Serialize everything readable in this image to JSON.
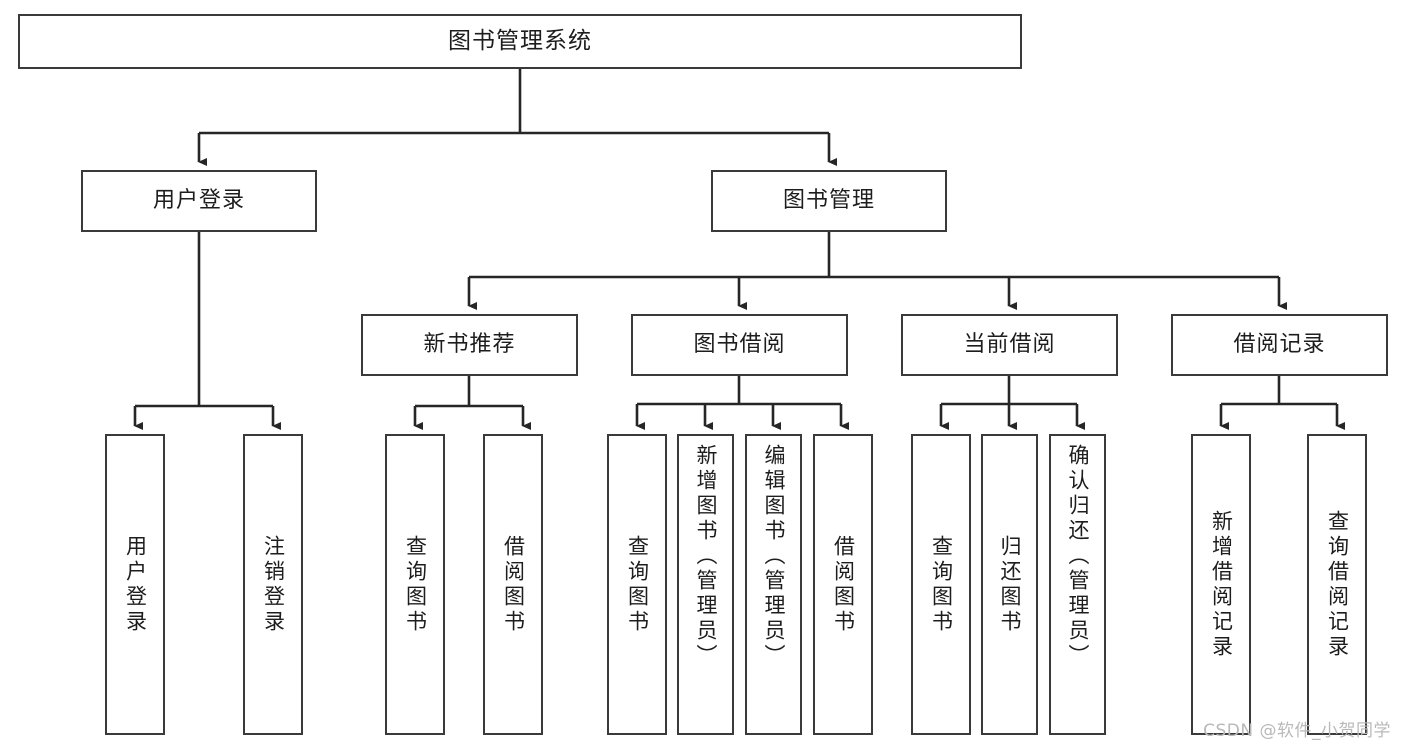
{
  "diagram": {
    "title": "图书管理系统",
    "watermark": "CSDN @软件_小贺同学",
    "colors": {
      "node_border": "#3a3a3a",
      "node_fill": "#ffffff",
      "edge": "#262626",
      "text": "#1d1d1d",
      "watermark": "#b9b9b9",
      "background": "#ffffff"
    },
    "nodes": {
      "root": {
        "label": "图书管理系统"
      },
      "level1": [
        {
          "id": "user-login",
          "label": "用户登录"
        },
        {
          "id": "book-manage",
          "label": "图书管理"
        }
      ],
      "level2": [
        {
          "id": "new-book-recommend",
          "label": "新书推荐"
        },
        {
          "id": "book-borrow",
          "label": "图书借阅"
        },
        {
          "id": "current-borrow",
          "label": "当前借阅"
        },
        {
          "id": "borrow-record",
          "label": "借阅记录"
        }
      ],
      "leaves": {
        "user_login": [
          {
            "id": "leaf-user-login",
            "label": "用户登录"
          },
          {
            "id": "leaf-logout-login",
            "label": "注销登录"
          }
        ],
        "new_book_recommend": [
          {
            "id": "leaf-query-book-1",
            "label": "查询图书"
          },
          {
            "id": "leaf-borrow-book-1",
            "label": "借阅图书"
          }
        ],
        "book_borrow": [
          {
            "id": "leaf-query-book-2",
            "label": "查询图书"
          },
          {
            "id": "leaf-add-book",
            "label": "新增图书（管理员）"
          },
          {
            "id": "leaf-edit-book",
            "label": "编辑图书（管理员）"
          },
          {
            "id": "leaf-borrow-book-2",
            "label": "借阅图书"
          }
        ],
        "current_borrow": [
          {
            "id": "leaf-query-book-3",
            "label": "查询图书"
          },
          {
            "id": "leaf-return-book",
            "label": "归还图书"
          },
          {
            "id": "leaf-confirm-return",
            "label": "确认归还（管理员）"
          }
        ],
        "borrow_record": [
          {
            "id": "leaf-add-record",
            "label": "新增借阅记录"
          },
          {
            "id": "leaf-query-record",
            "label": "查询借阅记录"
          }
        ]
      }
    }
  }
}
